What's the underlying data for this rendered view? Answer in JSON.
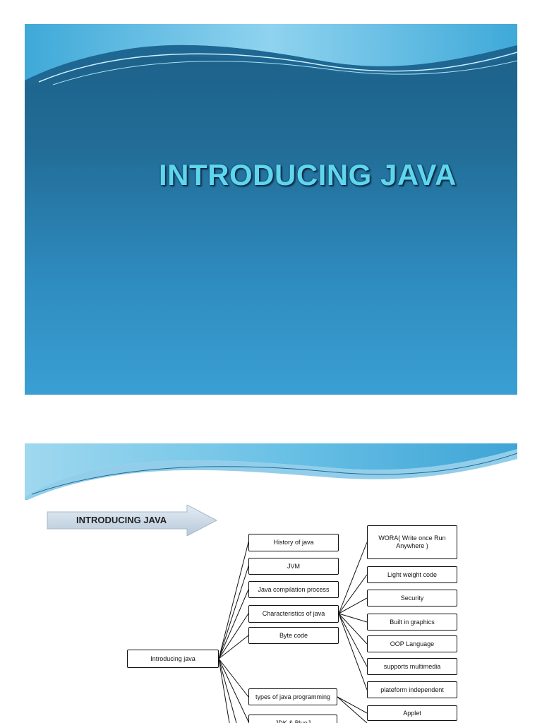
{
  "slides": [
    {
      "title": "INTRODUCING JAVA"
    },
    {
      "banner": "INTRODUCING JAVA",
      "root": "Introducing java",
      "topics": [
        "History of java",
        "JVM",
        "Java compilation process",
        "Characteristics of java",
        "Byte code",
        "types of java programming",
        "JDK & BlueJ"
      ],
      "characteristics": [
        "WORA( Write once Run Anywhere )",
        "Light weight code",
        "Security",
        "Built in graphics",
        "OOP Language",
        "supports multimedia",
        "plateform independent"
      ],
      "programming_types": [
        "Applet"
      ]
    }
  ],
  "colors": {
    "slide1_bg_top": "#1b5e86",
    "slide1_bg_bottom": "#3a9fd3",
    "title_color": "#5fd6ee",
    "wave_light": "#8fd3ef"
  }
}
